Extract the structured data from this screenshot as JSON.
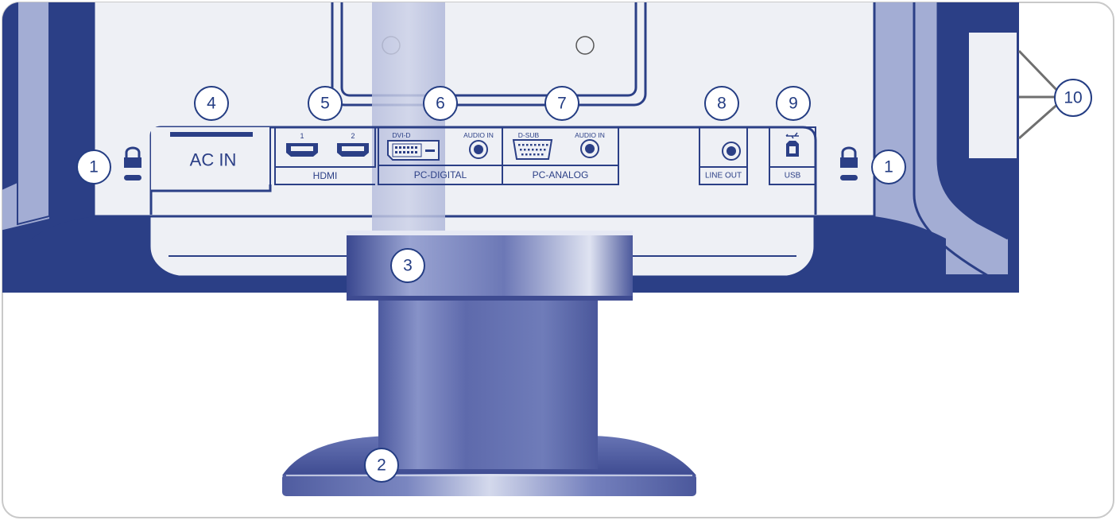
{
  "colors": {
    "navy": "#2b3f86",
    "dark_navy": "#1f2f6e",
    "side_blue": "#a3add4",
    "pale": "#eef0f5",
    "stand": "#6f7cb9",
    "light_panel": "#f1f2f6"
  },
  "icons": [
    "lock-icon",
    "hdmi-port-icon",
    "dvi-port-icon",
    "audio-jack-icon",
    "vga-port-icon",
    "usb-symbol-icon",
    "usb-b-port-icon"
  ],
  "ports": {
    "ac_in": "AC IN",
    "hdmi_port_1": "1",
    "hdmi_port_2": "2",
    "hdmi": "HDMI",
    "dvi_d": "DVI-D",
    "audio_in_digital": "AUDIO IN",
    "pc_digital": "PC-DIGITAL",
    "d_sub": "D-SUB",
    "audio_in_analog": "AUDIO IN",
    "pc_analog": "PC-ANALOG",
    "line_out": "LINE OUT",
    "usb": "USB"
  },
  "callouts": {
    "kensington_left": "1",
    "kensington_right": "1",
    "base": "2",
    "stand_collar": "3",
    "ac_in": "4",
    "hdmi": "5",
    "pc_digital": "6",
    "pc_analog": "7",
    "line_out": "8",
    "usb": "9",
    "side_buttons": "10"
  }
}
